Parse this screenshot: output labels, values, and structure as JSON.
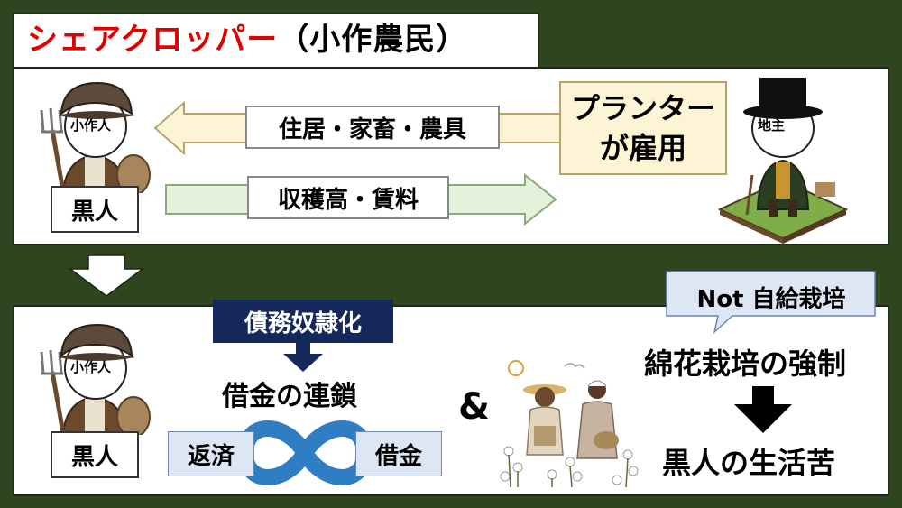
{
  "title": {
    "main": "シェアクロッパー",
    "sub": "（小作農民）"
  },
  "top": {
    "tenant_head_label": "小作人",
    "tenant_box": "黒人",
    "arrow_left_label": "住居・家畜・農具",
    "arrow_right_label": "収穫高・賃料",
    "planter_line1": "プランター",
    "planter_line2": "が雇用",
    "landlord_head_label": "地主"
  },
  "bottom": {
    "tenant_head_label": "小作人",
    "tenant_box": "黒人",
    "debt_badge": "債務奴隷化",
    "chain_label": "借金の連鎖",
    "repay_label": "返済",
    "borrow_label": "借金",
    "ampersand": "&",
    "callout": "Not 自給栽培",
    "forced_label": "綿花栽培の強制",
    "result_label": "黒人の生活苦"
  },
  "colors": {
    "background": "#2e4520",
    "title_red": "#e00000",
    "arrow_left_fill": "#fdf4d6",
    "arrow_right_fill": "#e4f2dc",
    "debt_navy": "#14285c",
    "blue_box": "#dde6f4",
    "infinity_blue": "#2f7ec4"
  },
  "icons": [
    "farmer-illustration",
    "landlord-illustration",
    "cotton-pickers-illustration",
    "infinity-loop-icon",
    "down-arrow-icon"
  ]
}
